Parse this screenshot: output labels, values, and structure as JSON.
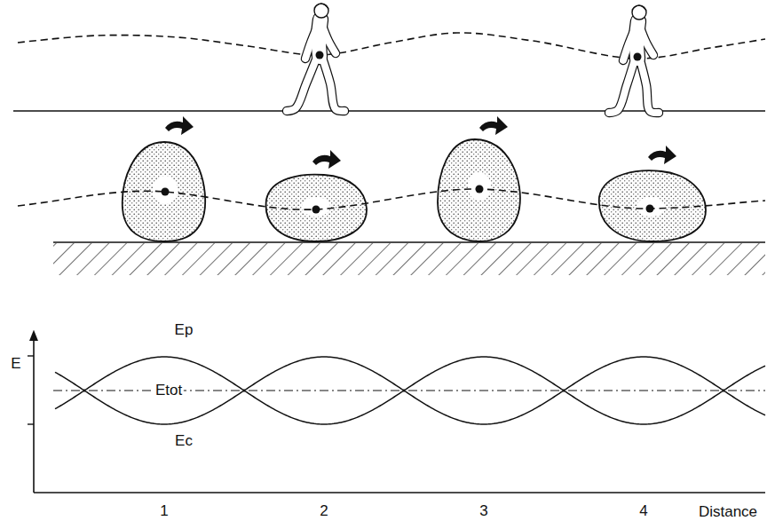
{
  "diagram": {
    "labels": [
      "E",
      "Ep",
      "Etot",
      "Ec",
      "1",
      "2",
      "3",
      "4",
      "Distance"
    ]
  }
}
